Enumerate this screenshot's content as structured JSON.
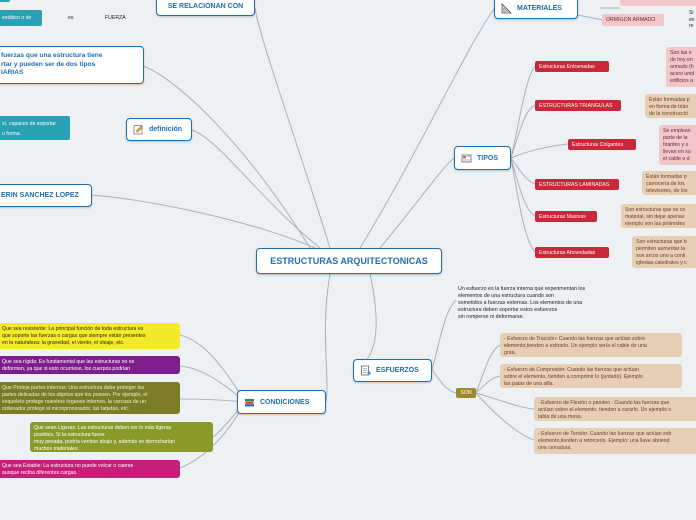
{
  "central": {
    "title": "ESTRUCTURAS ARQUITECTONICAS"
  },
  "colors": {
    "accent": "#1e6fb0",
    "red": "#c8283a"
  },
  "top_left": {
    "se_relacionan": "SE RELACIONAN CON",
    "estatico": "estático o de",
    "es": "es",
    "fuerza": "FUERZA"
  },
  "left": {
    "fuerzas_note": "fuerzas que una estructura tiene\nrtar y pueden ser de dos tipos\nIARIAS",
    "definicion": "definición",
    "definicion_note1": "sí, capaces de soportar",
    "definicion_note2": "u forma.",
    "author": "ERIN SANCHEZ LOPEZ"
  },
  "materiales": {
    "label": "MATERIALES",
    "hormigon": "ORMIGON ARMADO",
    "side_text": "Si\nen\nre"
  },
  "tipos": {
    "label": "TIPOS",
    "items": [
      {
        "name": "Estructuras Entramadas",
        "desc": "Son las e\nde hoy en\narmado (h\nacero unid\nedificios a"
      },
      {
        "name": "ESTRUCTURAS TRIANGULAS",
        "desc": "Están formadas p\nen forma de trián\nde la construcció"
      },
      {
        "name": "Estructuras Colgantes",
        "desc": "Se emplean\nparte de la\ntirantes y s\nllevan en su\nel cable o d"
      },
      {
        "name": "ESTRUCTURAS LAMINADAS",
        "desc": "Están formadas p\ncarrocería de los\ntelevisores, de los"
      },
      {
        "name": "Estructuras Masivas",
        "desc": "Son estructuras que se co\nmaterial, sin dejar apenas\nejemplo son las pirámides"
      },
      {
        "name": "Estructuras Abovedadas",
        "desc": "Son estructuras que b\npermiten aumentar la\nson arcos uno a conti\niglesias,catedrales y c"
      }
    ]
  },
  "esfuerzos": {
    "label": "ESFUERZOS",
    "intro": "Un esfuerzo es la fuerza interna que experimentan los\nelementos de una estructura cuando son\nsometidos a fuerzas externas. Los elementos de una\nestructura deben soportar estos esfuerzos\nsin romperse ni deformarse.",
    "son": "SON",
    "items": [
      "- Esfuerzo de Tracción: Cuando las fuerzas que actúan sobre\nelemento,tienden a estirarlo. Un ejemplo sería el cable de una\ngrúa.",
      "- Esfuerzo de Compresión: Cuando las fuerzas que actúan\nsobre el elemento, tienden a comprimir lo (juntarlo). Ejemplo\nlas patas de una silla.",
      "- Esfuerzo de Flexión o pandeo : Cuando las fuerzas que\nactúan sobre el elemento, tienden a curarlo. Un ejemplo s\ntabla de una mesa.",
      "- Esfuerzo de Torsión: Cuando las fuerzas que actúan sob\nelemento,tienden a retorcerlo. Ejemplo: una llave abriend\nuna cerradura."
    ]
  },
  "condiciones": {
    "label": "CONDICIONES",
    "items": [
      "Que sea resistente: La principal función de toda estructura es\nque soporte las fuerzas o cargas que siempre están presentes\nen la naturaleza: la gravedad, el viento, el oleaje, etc.",
      "Que sea rígida: Es fundamental que las estructuras no se\ndeformen, ya que si esto ocurriese, los cuerpos podrían",
      "Que Proteja partes internas: Una estructura debe proteger las\npartes delicadas de los objetos que los poseen. Por ejemplo, el\nesqueleto protege nuestros órganos internos, la carcasa de un\nordenador protege el microprocesador, las tarjetas, etc.",
      "Que sean Ligeras: Las estructuras deben ser lo más ligeras\nposibles. Si la estructura fuese\nmuy pesada, podría venirse abajo y, además se derrocharían\nmuchos materiales.",
      "Que sea Estable: La estructura no puede volcar o caerse\naunque reciba diferentes cargas."
    ]
  }
}
